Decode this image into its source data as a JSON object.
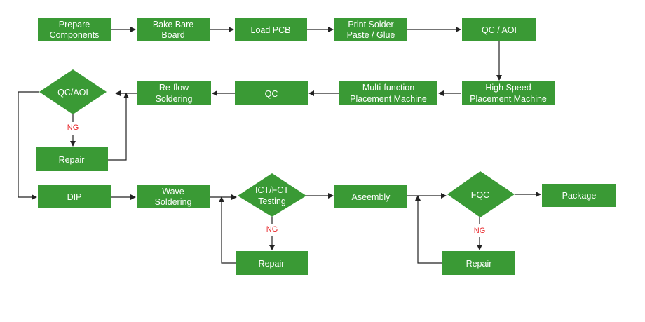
{
  "colors": {
    "node": "#3a9a35",
    "arrow": "#222222",
    "ng": "#e8262a"
  },
  "nodes": {
    "prepare_components": [
      "Prepare",
      "Components"
    ],
    "bake_bare_board": [
      "Bake Bare",
      "Board"
    ],
    "load_pcb": [
      "Load PCB"
    ],
    "print_solder_paste": [
      "Print Solder",
      "Paste / Glue"
    ],
    "qc_aoi_1": [
      "QC / AOI"
    ],
    "high_speed_placement": [
      "High Speed",
      "Placement Machine"
    ],
    "multi_function_placement": [
      "Multi-function",
      "Placement Machine"
    ],
    "qc": [
      "QC"
    ],
    "reflow_soldering": [
      "Re-flow",
      "Soldering"
    ],
    "qc_aoi_2": [
      "QC/AOI"
    ],
    "repair_1": [
      "Repair"
    ],
    "dip": [
      "DIP"
    ],
    "wave_soldering": [
      "Wave",
      "Soldering"
    ],
    "ict_fct_testing": [
      "ICT/FCT",
      "Testing"
    ],
    "repair_2": [
      "Repair"
    ],
    "aseembly": [
      "Aseembly"
    ],
    "fqc": [
      "FQC"
    ],
    "repair_3": [
      "Repair"
    ],
    "package": [
      "Package"
    ]
  },
  "ng_labels": {
    "qc_aoi_2": "NG",
    "ict_fct": "NG",
    "fqc": "NG"
  }
}
